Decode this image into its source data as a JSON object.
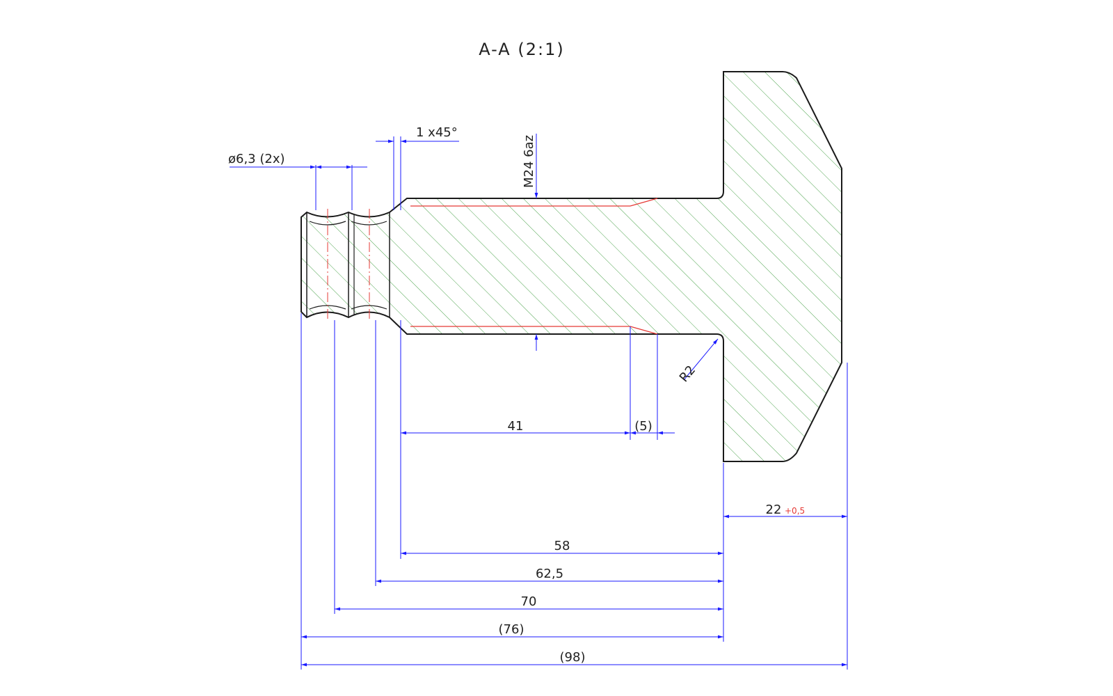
{
  "title": "A-A (2:1)",
  "colors": {
    "outline": "#1a1a1a",
    "dimension": "#1a1aff",
    "hatch": "#3a9a3a",
    "thread": "#e53935",
    "background": "#ffffff"
  },
  "dimensions": {
    "groove_diameter": "ø6,3 (2x)",
    "chamfer": "1 x45°",
    "thread": "M24 6az",
    "radius": "R2",
    "thread_length": "41",
    "thread_runout": "(5)",
    "head_width": "22",
    "head_width_tolerance": "+0,5",
    "len_58": "58",
    "len_62_5": "62,5",
    "len_70": "70",
    "len_76": "(76)",
    "len_98": "(98)"
  }
}
